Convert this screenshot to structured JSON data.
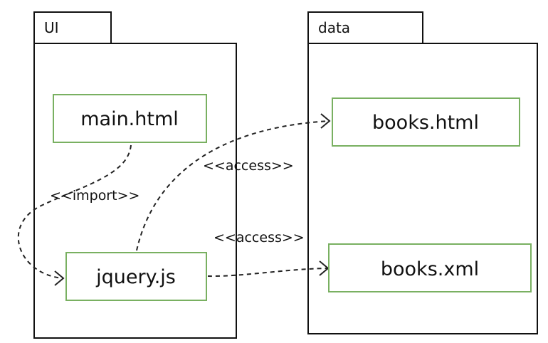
{
  "packages": {
    "ui": {
      "name": "UI"
    },
    "data": {
      "name": "data"
    }
  },
  "nodes": {
    "main_html": "main.html",
    "jquery_js": "jquery.js",
    "books_html": "books.html",
    "books_xml": "books.xml"
  },
  "edges": {
    "import": "<<import>>",
    "access_html": "<<access>>",
    "access_xml": "<<access>>"
  },
  "colors": {
    "node_border": "#79b061",
    "package_border": "#111111",
    "edge_line": "#222222"
  }
}
